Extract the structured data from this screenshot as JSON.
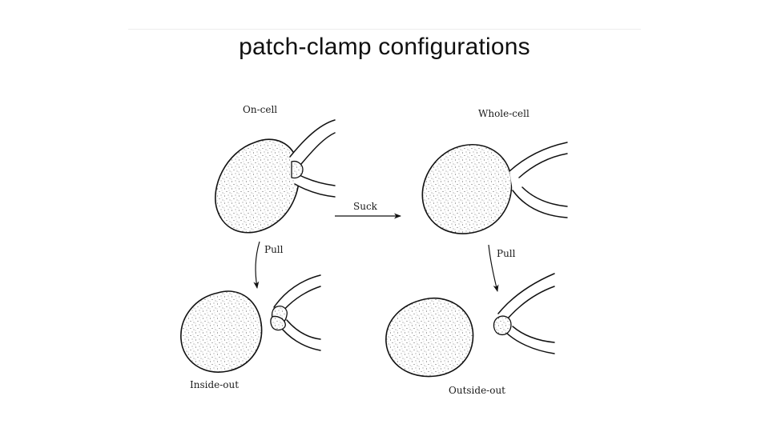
{
  "title": "patch-clamp configurations",
  "panels": {
    "on_cell": {
      "label": "On-cell"
    },
    "whole_cell": {
      "label": "Whole-cell"
    },
    "inside_out": {
      "label": "Inside-out"
    },
    "outside_out": {
      "label": "Outside-out"
    }
  },
  "arrows": {
    "suck": {
      "label": "Suck"
    },
    "pull_left": {
      "label": "Pull"
    },
    "pull_right": {
      "label": "Pull"
    }
  }
}
